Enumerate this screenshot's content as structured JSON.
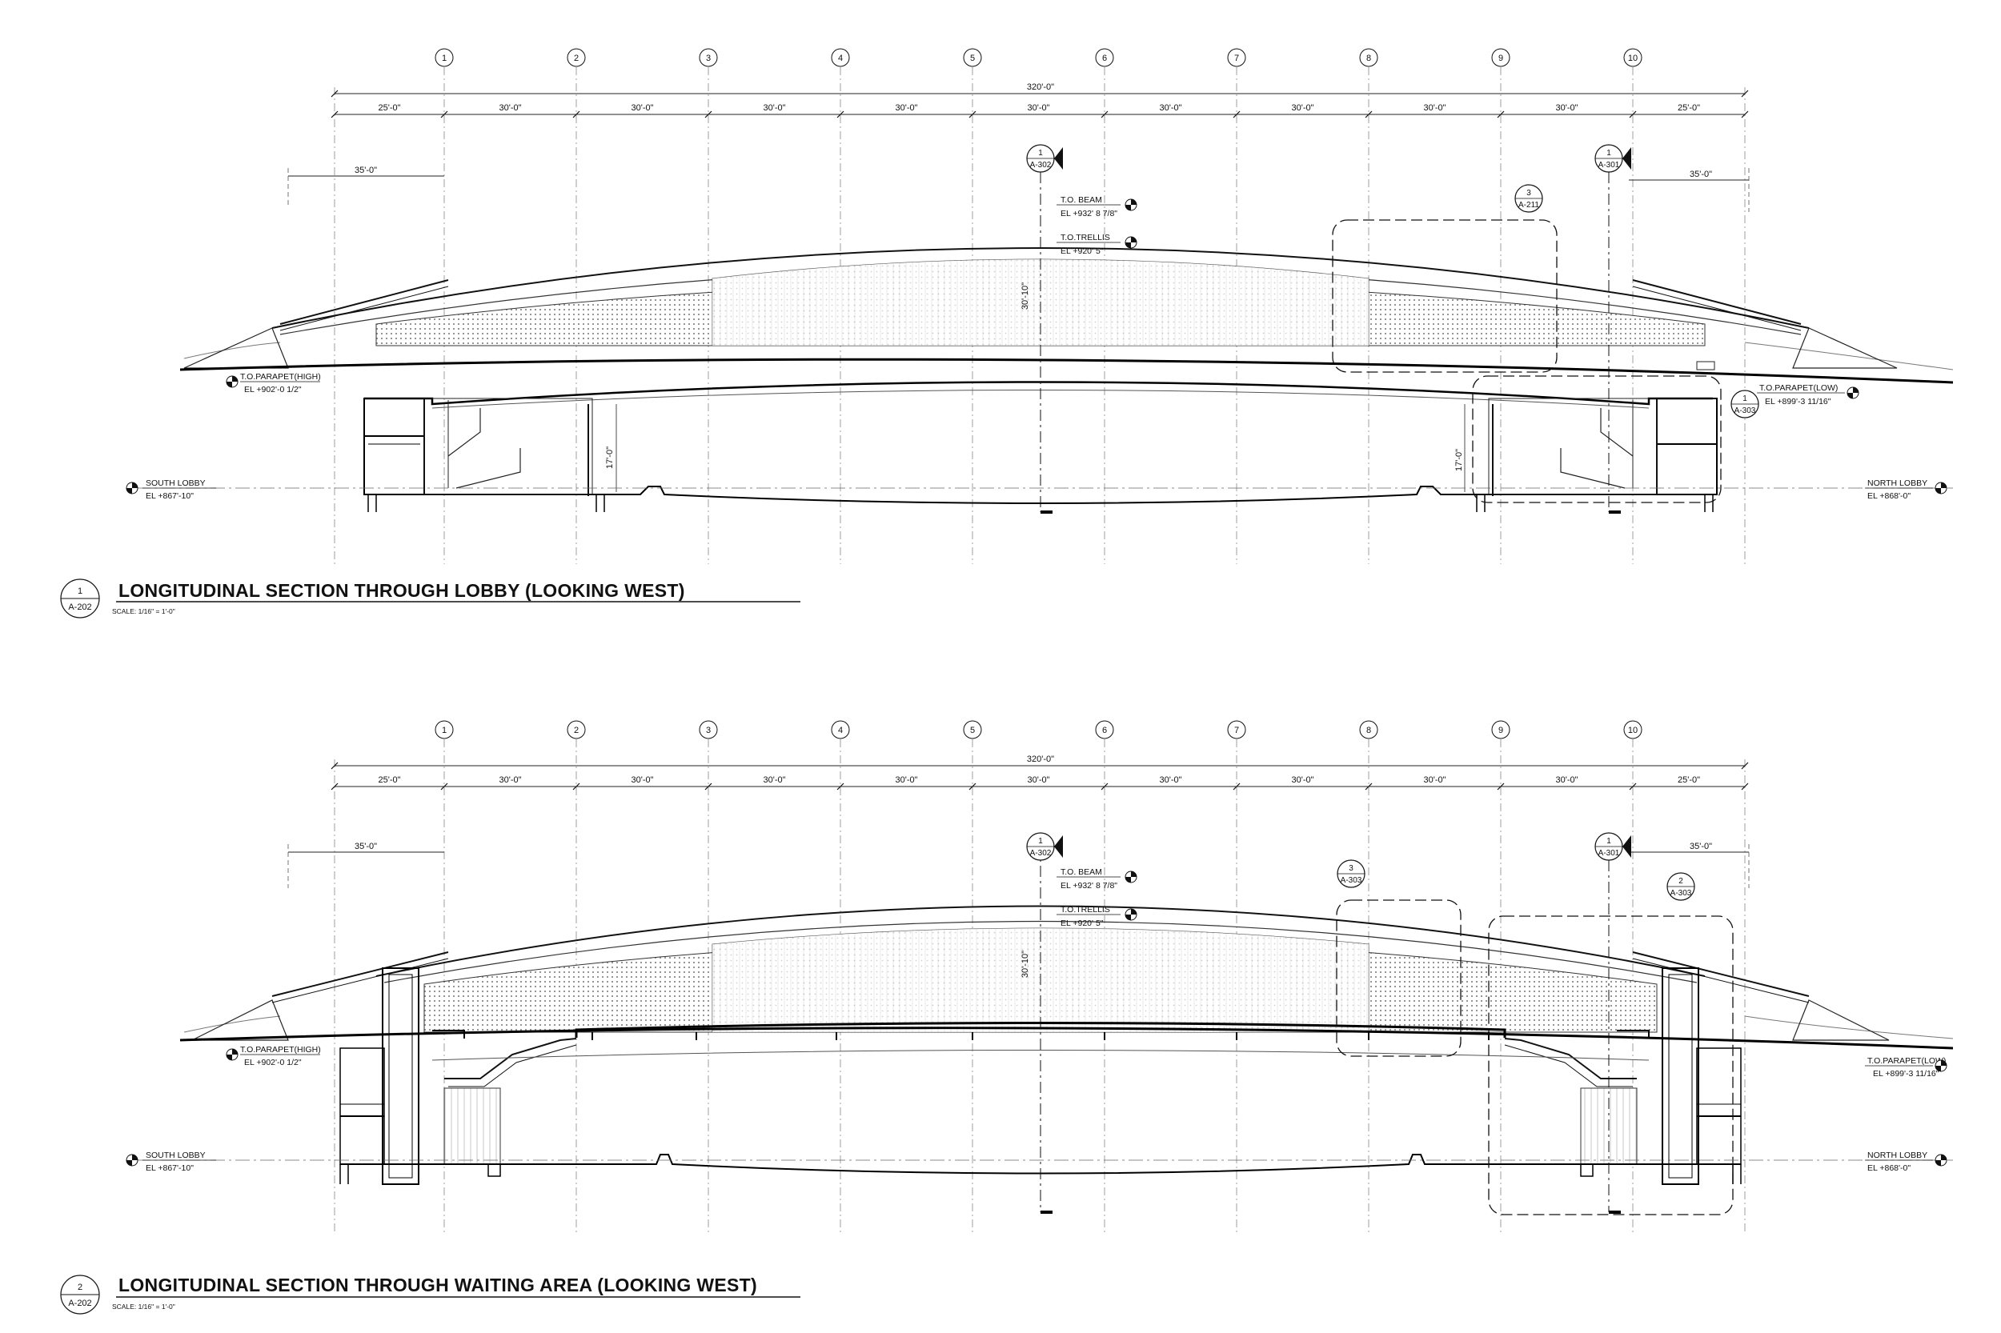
{
  "grid_lines": [
    "1",
    "2",
    "3",
    "4",
    "5",
    "6",
    "7",
    "8",
    "9",
    "10"
  ],
  "overall_dimension": "320'-0\"",
  "bay_dimensions": [
    "25'-0\"",
    "30'-0\"",
    "30'-0\"",
    "30'-0\"",
    "30'-0\"",
    "30'-0\"",
    "30'-0\"",
    "30'-0\"",
    "30'-0\"",
    "30'-0\"",
    "25'-0\""
  ],
  "offset_dimension_left": "35'-0\"",
  "offset_dimension_right": "35'-0\"",
  "roof_height_dimension": "30'-10\"",
  "sections": [
    {
      "number": "1",
      "sheet": "A-202",
      "title": "LONGITUDINAL SECTION THROUGH LOBBY (LOOKING WEST)",
      "scale": "SCALE:   1/16\" = 1'-0\"",
      "interior_height_dimension": "17'-0\"",
      "section_markers": [
        {
          "number": "1",
          "sheet": "A-302"
        },
        {
          "number": "1",
          "sheet": "A-301"
        }
      ],
      "detail_tags": [
        {
          "number": "3",
          "sheet": "A-211"
        },
        {
          "number": "1",
          "sheet": "A-303"
        }
      ],
      "elevations": {
        "beam_label": "T.O. BEAM",
        "beam_value": "EL +932' 8 7/8\"",
        "trellis_label": "T.O.TRELLIS",
        "trellis_value": "EL +920' 5\"",
        "parapet_high_label": "T.O.PARAPET(HIGH)",
        "parapet_high_value": "EL +902'-0 1/2\"",
        "parapet_low_label": "T.O.PARAPET(LOW)",
        "parapet_low_value": "EL +899'-3 11/16\"",
        "south_label": "SOUTH LOBBY",
        "south_value": "EL +867'-10\"",
        "north_label": "NORTH LOBBY",
        "north_value": "EL +868'-0\""
      }
    },
    {
      "number": "2",
      "sheet": "A-202",
      "title": "LONGITUDINAL SECTION THROUGH WAITING AREA (LOOKING WEST)",
      "scale": "SCALE:   1/16\" = 1'-0\"",
      "section_markers": [
        {
          "number": "1",
          "sheet": "A-302"
        },
        {
          "number": "1",
          "sheet": "A-301"
        }
      ],
      "detail_tags": [
        {
          "number": "3",
          "sheet": "A-303"
        },
        {
          "number": "2",
          "sheet": "A-303"
        }
      ],
      "elevations": {
        "beam_label": "T.O. BEAM",
        "beam_value": "EL +932' 8 7/8\"",
        "trellis_label": "T.O.TRELLIS",
        "trellis_value": "EL +920' 5\"",
        "parapet_high_label": "T.O.PARAPET(HIGH)",
        "parapet_high_value": "EL +902'-0 1/2\"",
        "parapet_low_label": "T.O.PARAPET(LOW)",
        "parapet_low_value": "EL +899'-3 11/16\"",
        "south_label": "SOUTH LOBBY",
        "south_value": "EL +867'-10\"",
        "north_label": "NORTH LOBBY",
        "north_value": "EL +868'-0\""
      }
    }
  ]
}
